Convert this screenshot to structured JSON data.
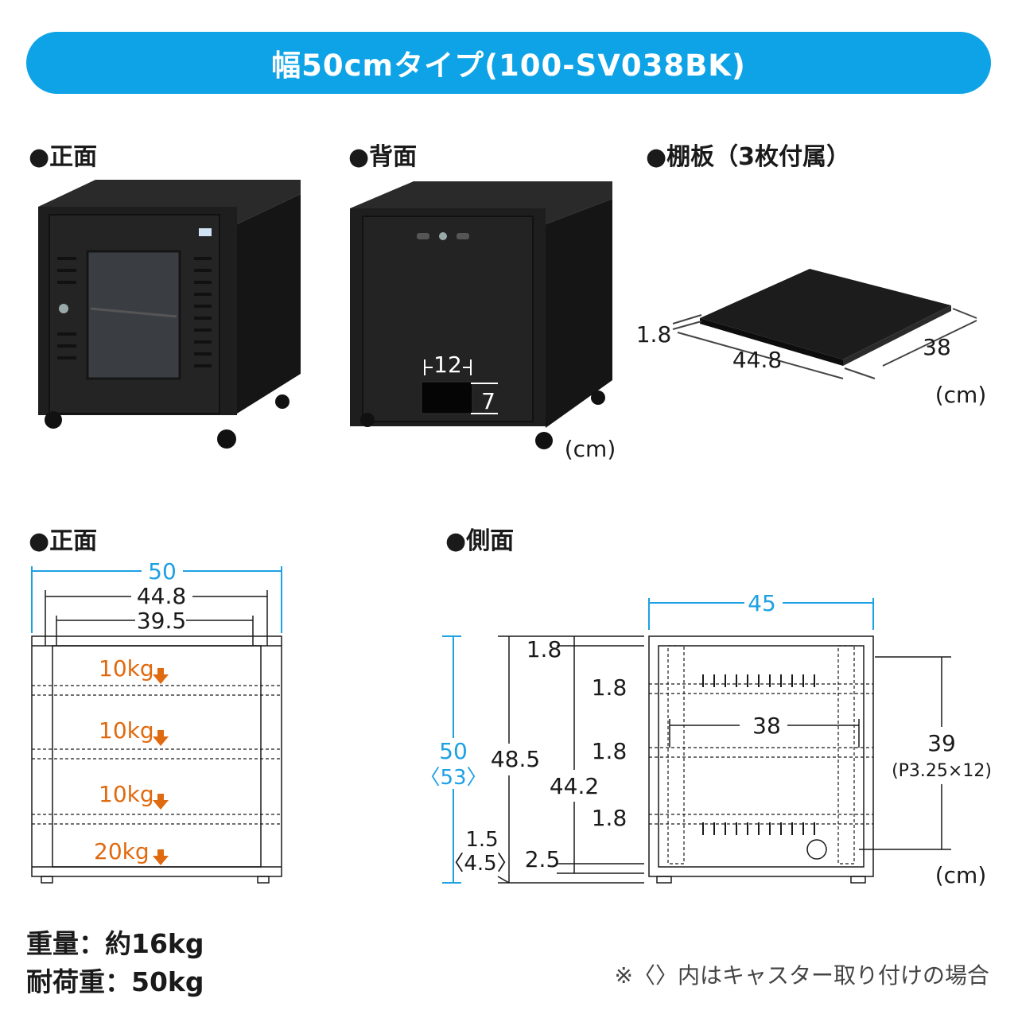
{
  "banner": {
    "title": "幅50cmタイプ(100-SV038BK)"
  },
  "sections": {
    "front_photo": "●正面",
    "back_photo": "●背面",
    "shelf_photo": "●棚板（3枚付属）",
    "front_drawing": "●正面",
    "side_drawing": "●側面"
  },
  "back_dims": {
    "hole_w": "12",
    "hole_h": "7",
    "unit": "(cm)"
  },
  "shelf_dims": {
    "thickness": "1.8",
    "width": "44.8",
    "depth": "38",
    "unit": "(cm)"
  },
  "front_dims": {
    "outer": "50",
    "inner": "44.8",
    "rail": "39.5",
    "loads": [
      "10kg",
      "10kg",
      "10kg",
      "20kg"
    ]
  },
  "side_dims": {
    "depth": "45",
    "height": "50",
    "height_caster": "〈53〉",
    "h1": "48.5",
    "h2": "44.2",
    "top": "1.8",
    "shelf1": "1.8",
    "shelf2": "1.8",
    "shelf3": "1.8",
    "inner_depth": "38",
    "rail_h": "39",
    "pitch": "(P3.25×12)",
    "bottom": "1.5",
    "bottom_caster": "〈4.5〉",
    "base": "2.5",
    "unit": "(cm)"
  },
  "specs": {
    "weight": "重量：約16kg",
    "load": "耐荷重：50kg"
  },
  "note": "※〈〉内はキャスター取り付けの場合",
  "colors": {
    "accent": "#0ea3e6",
    "dimension_blue": "#1da1e3",
    "load_orange": "#e06a10",
    "cabinet": "#1c1c1c"
  }
}
